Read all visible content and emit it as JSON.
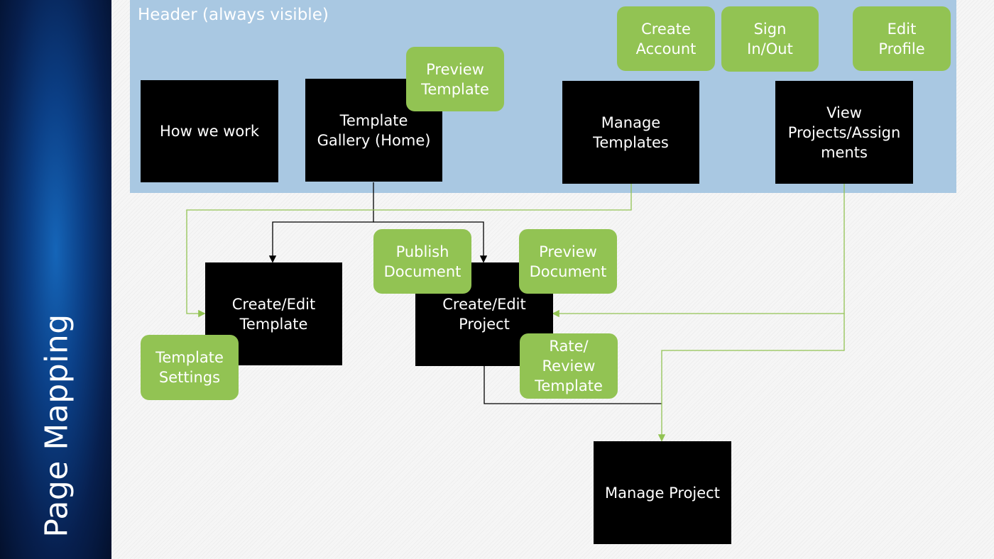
{
  "sidebar": {
    "title": "Page Mapping"
  },
  "header": {
    "label": "Header (always visible)"
  },
  "pages": {
    "how_we_work": "How we work",
    "template_gallery": "Template\nGallery (Home)",
    "manage_templates": "Manage\nTemplates",
    "view_projects": "View\nProjects/Assign\nments",
    "create_edit_template": "Create/Edit\nTemplate",
    "create_edit_project": "Create/Edit\nProject",
    "manage_project": "Manage Project"
  },
  "actions": {
    "create_account": "Create\nAccount",
    "sign_in_out": "Sign\nIn/Out",
    "edit_profile": "Edit\nProfile",
    "preview_template": "Preview\nTemplate",
    "publish_document": "Publish\nDocument",
    "preview_document": "Preview\nDocument",
    "template_settings": "Template\nSettings",
    "rate_review_template": "Rate/\nReview\nTemplate"
  },
  "colors": {
    "sidebar": "#0b3f86",
    "header_band": "#a9c8e2",
    "page_box": "#000000",
    "action_pill": "#92c353",
    "connector_black": "#000000",
    "connector_green": "#92c353"
  }
}
